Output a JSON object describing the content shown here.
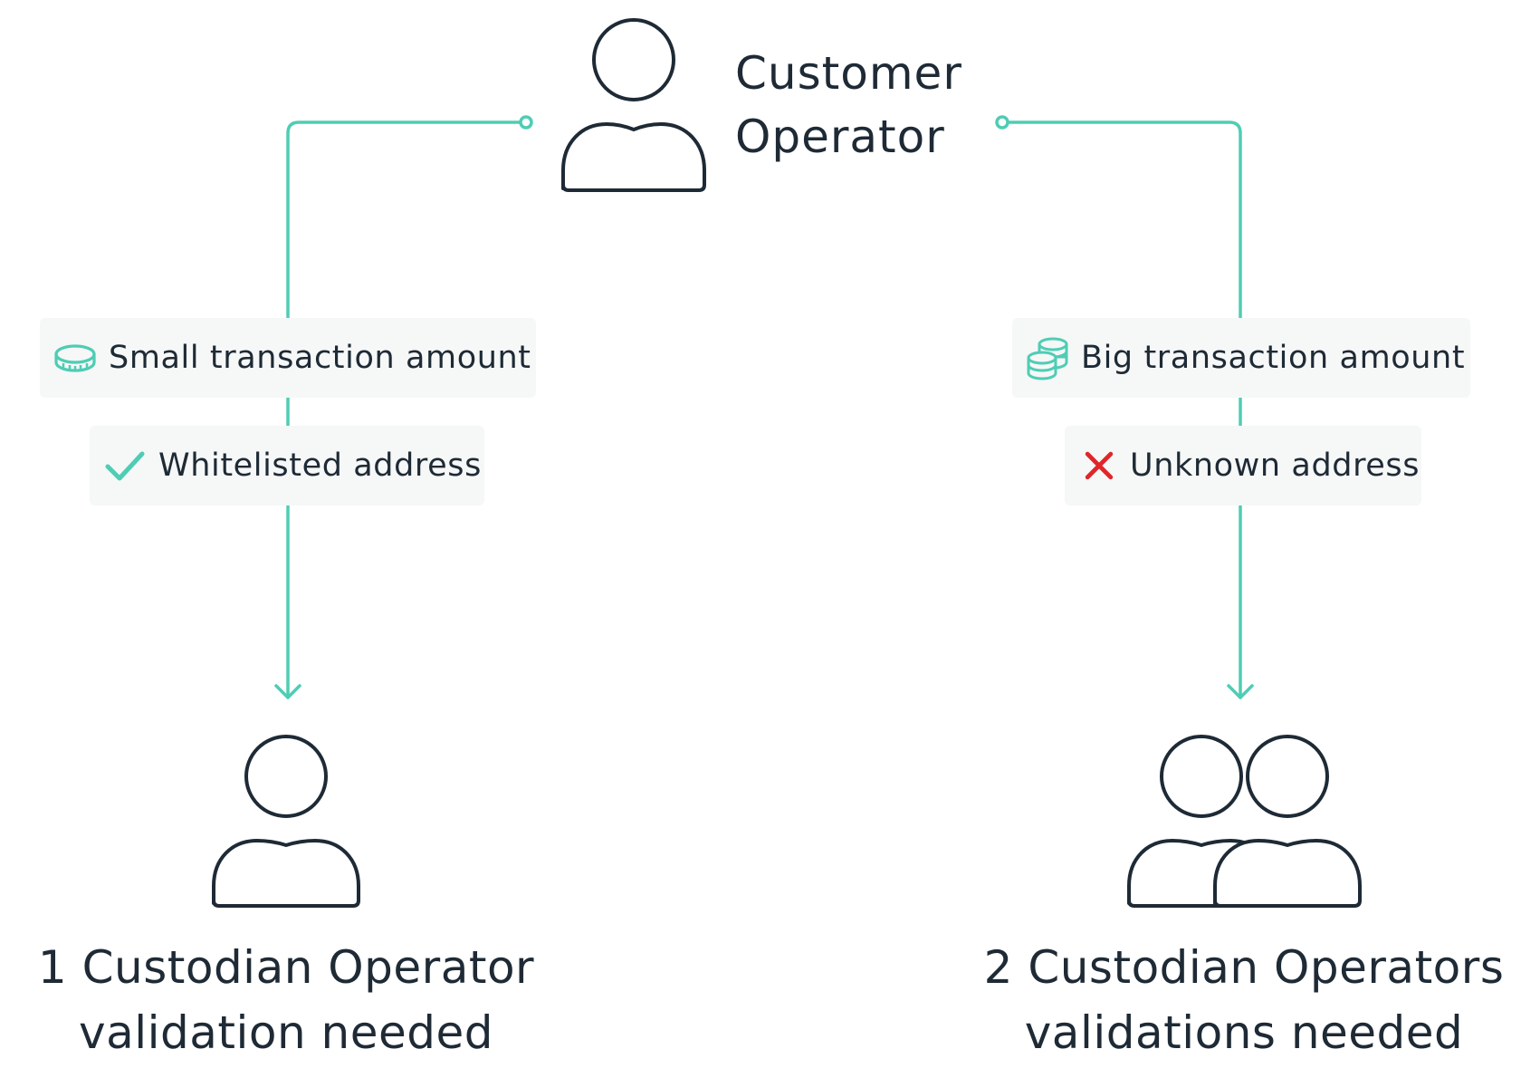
{
  "top": {
    "label_line1": "Customer",
    "label_line2": "Operator",
    "icon": "user-icon"
  },
  "left_branch": {
    "condition_amount": "Small transaction amount",
    "condition_amount_icon": "coin-icon",
    "condition_address": "Whitelisted address",
    "condition_address_icon": "check-icon",
    "result_line1": "1 Custodian Operator",
    "result_line2": "validation needed",
    "result_icon": "user-icon"
  },
  "right_branch": {
    "condition_amount": "Big transaction amount",
    "condition_amount_icon": "coin-stack-icon",
    "condition_address": "Unknown address",
    "condition_address_icon": "cross-icon",
    "result_line1": "2 Custodian Operators",
    "result_line2": "validations needed",
    "result_icon": "two-users-icon"
  },
  "colors": {
    "accent": "#4ecdb4",
    "stroke": "#1e2a35",
    "pill_bg": "#f6f7f7",
    "cross": "#e0262b"
  }
}
